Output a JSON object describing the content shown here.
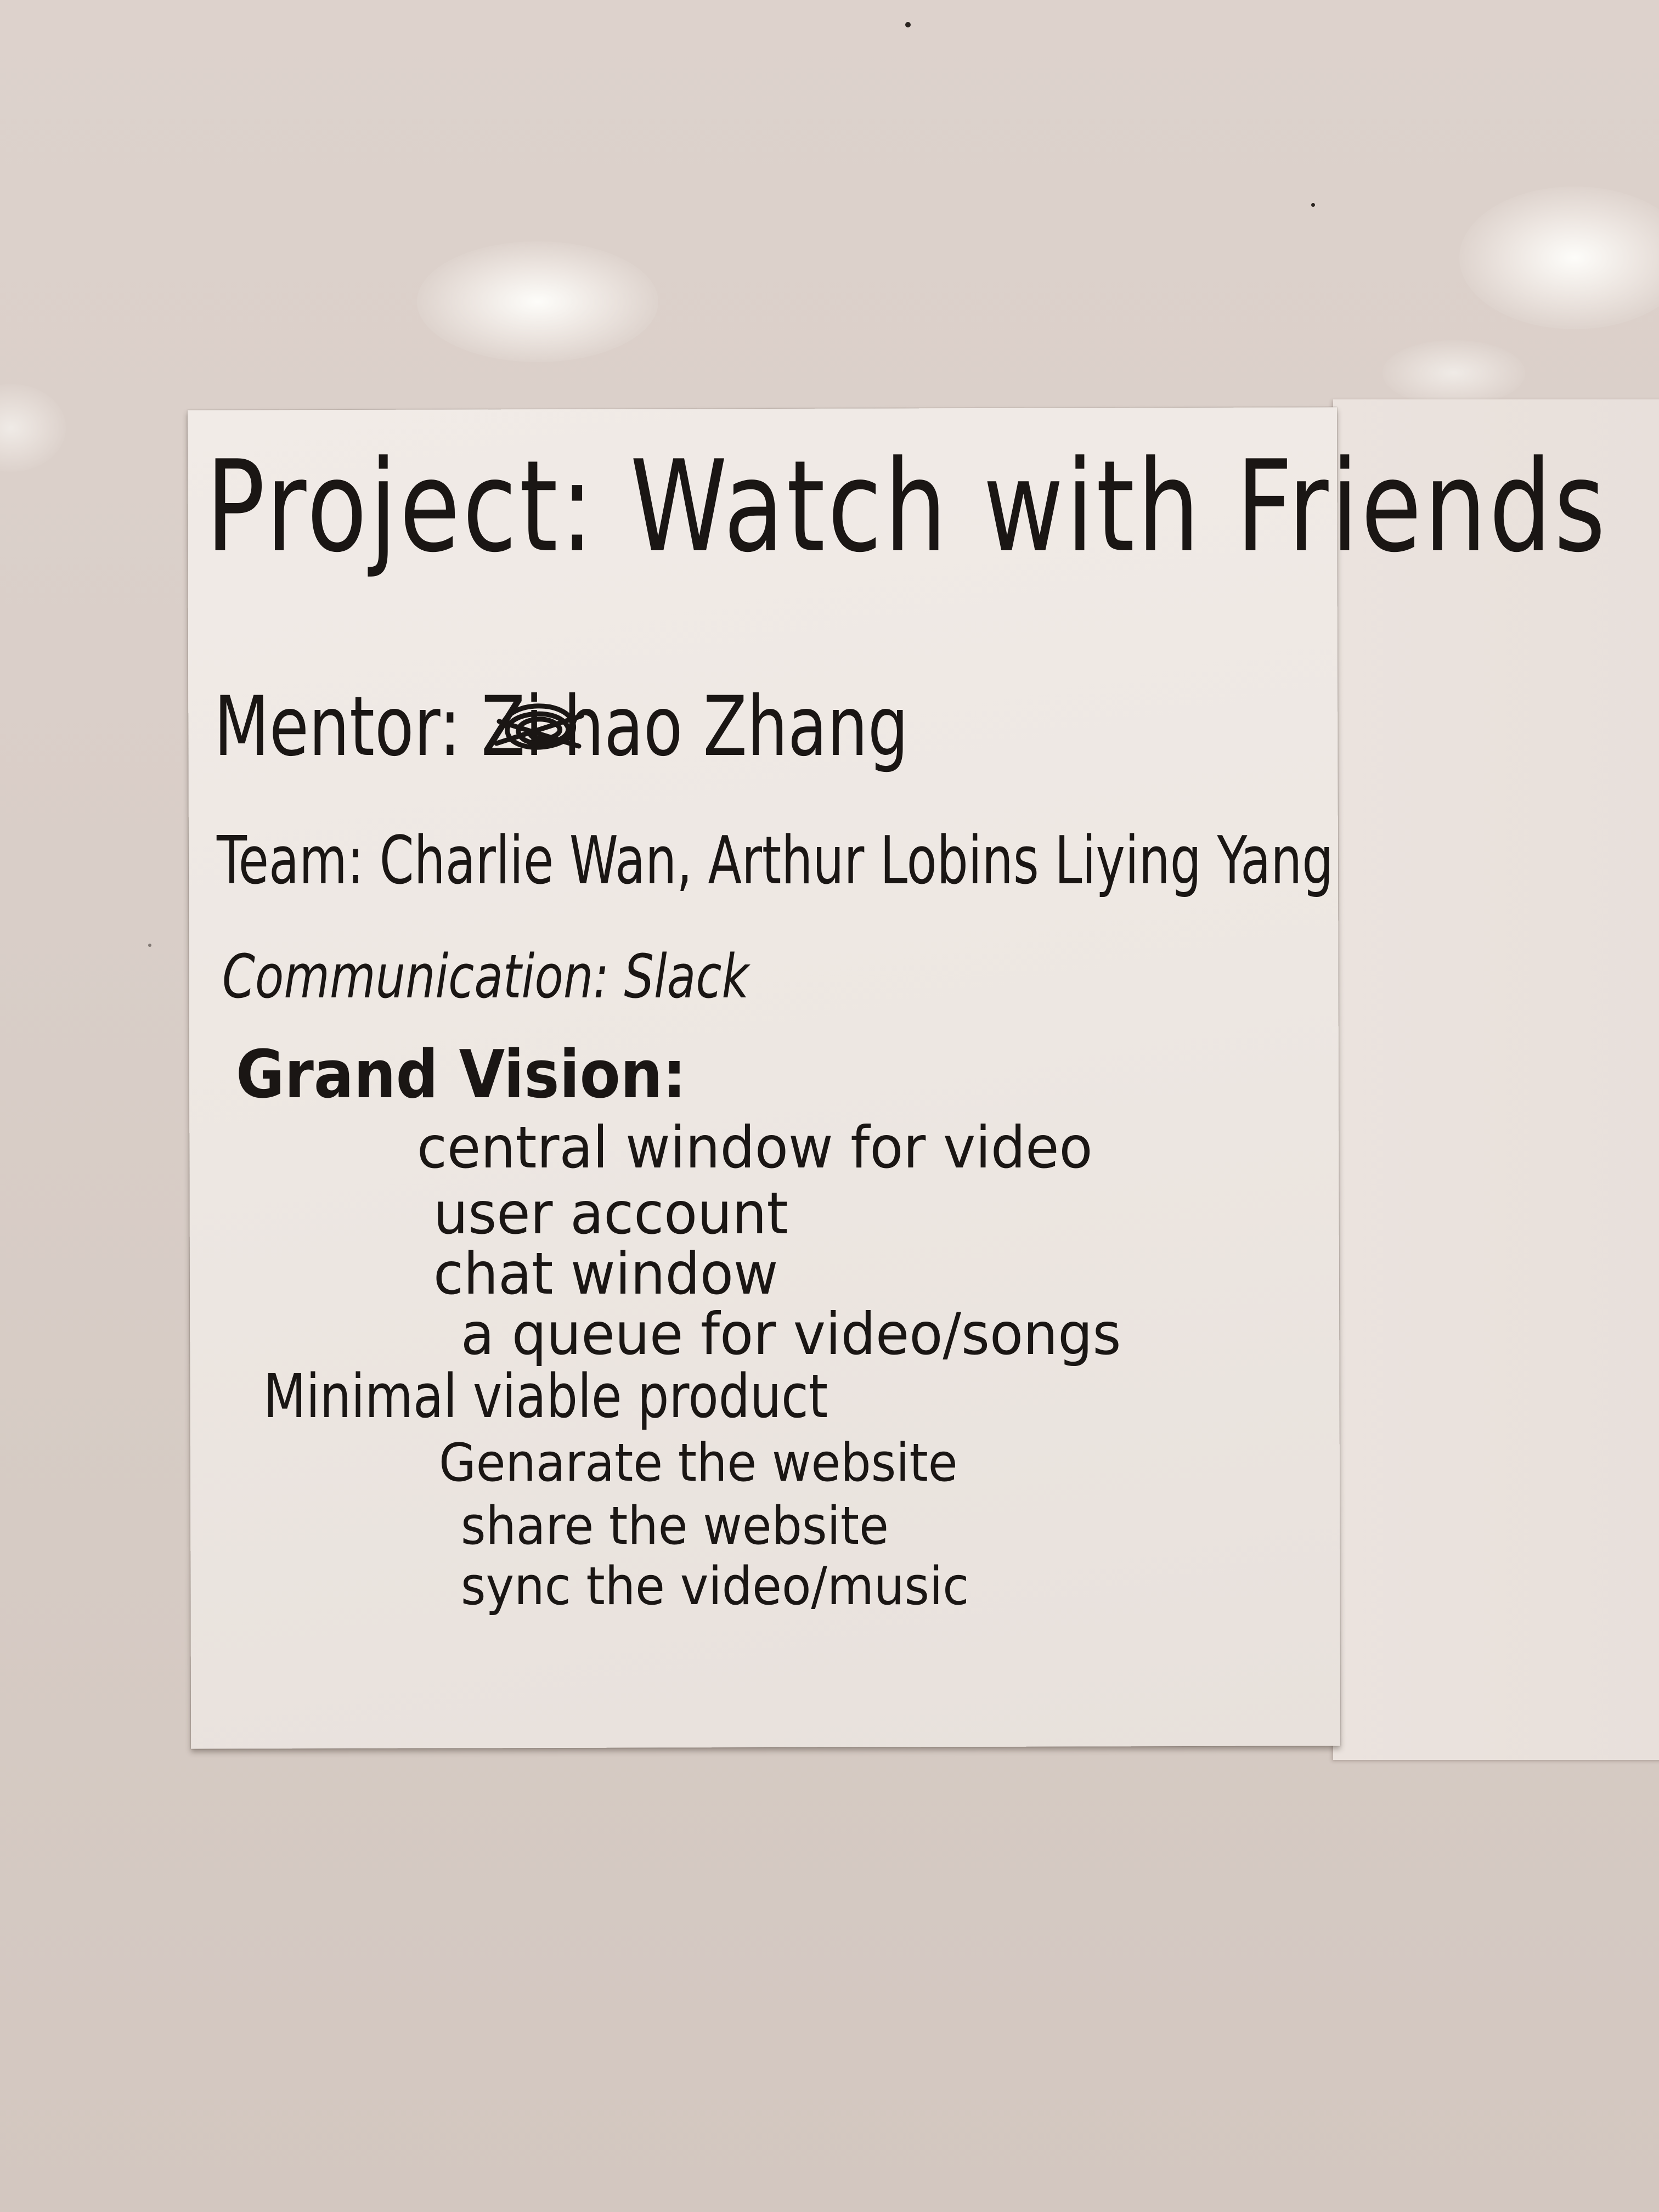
{
  "photo": {
    "description_colors": {
      "wall": "#d9cec8",
      "paper": "#ede7e2",
      "ink": "#1a1614"
    }
  },
  "note": {
    "title": "Project: Watch with Friends",
    "mentor": "Mentor: Zi hao Zhang",
    "team": "Team: Charlie Wan, Arthur Lobins Liying Yang",
    "communication": "Communication: Slack",
    "grand_vision": {
      "heading": "Grand Vision:",
      "items": [
        "central window for video",
        "user account",
        "chat window",
        "a queue for video/songs"
      ]
    },
    "mvp": {
      "heading": "Minimal viable product",
      "items": [
        "Genarate the website",
        "share the website",
        "sync the video/music"
      ]
    }
  }
}
